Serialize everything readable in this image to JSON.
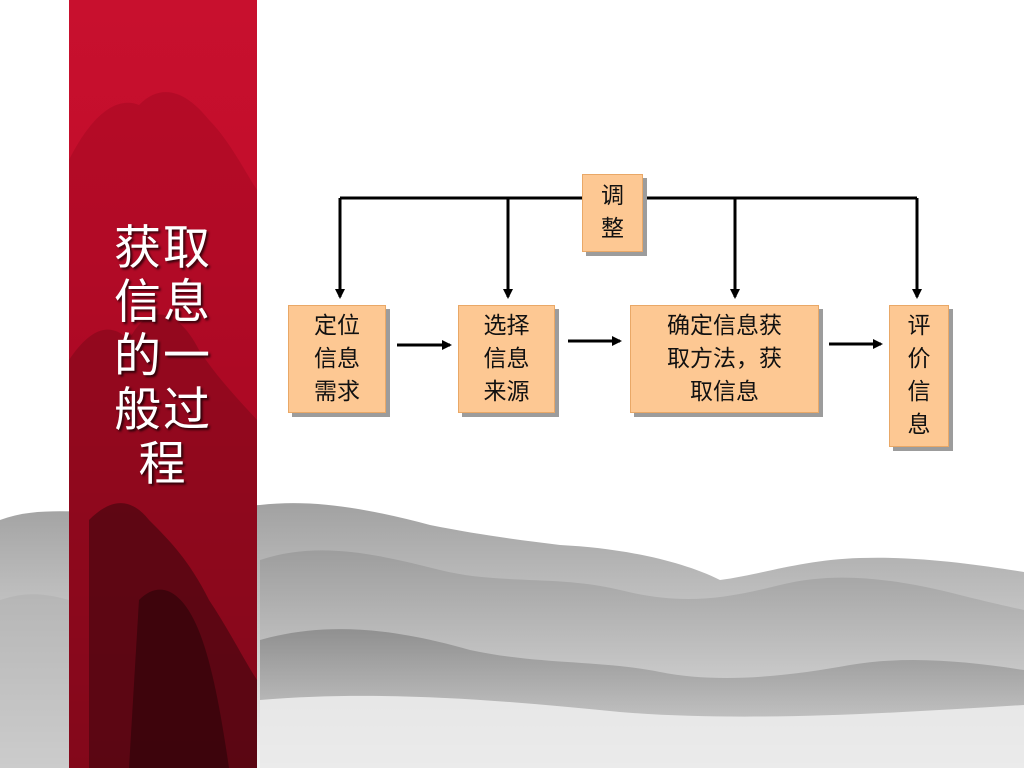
{
  "slide": {
    "title": "获取\n信息\n的一\n般过\n程"
  },
  "diagram": {
    "feedback_box": "调\n整",
    "steps": [
      "定位\n信息\n需求",
      "选择\n信息\n来源",
      "确定信息获\n取方法，获\n取信息",
      "评\n价\n信\n息"
    ]
  },
  "colors": {
    "banner_red": "#c8102e",
    "box_fill": "#fdc893",
    "line": "#000000"
  }
}
